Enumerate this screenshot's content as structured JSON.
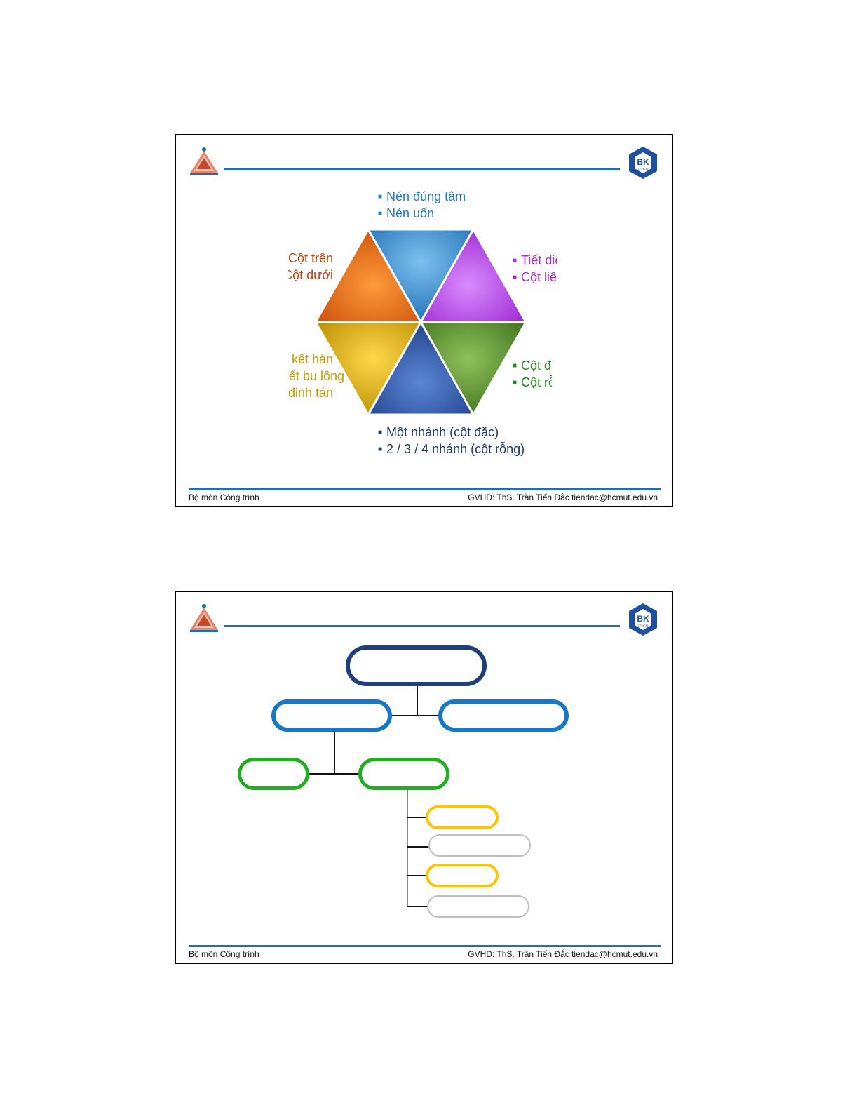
{
  "page": {
    "footer_left": "Bộ môn Công trình",
    "footer_right": "GVHD: ThS. Trần Tiến Đắc tiendac@hcmut.edu.vn",
    "logo_right_text": "BK",
    "logo_right_subtext": "TP.HCM"
  },
  "slide1": {
    "top_labels": [
      "Nén đúng tâm",
      "Nén uốn"
    ],
    "left_upper_labels": [
      "Cột trên",
      "Cột dưới"
    ],
    "right_upper_labels": [
      "Tiết diện",
      "Cột liên tục"
    ],
    "left_lower_labels": [
      "Liên kết hàn",
      "Liên kết bu lông /",
      "đinh tán"
    ],
    "right_lower_labels": [
      "Cột đặc",
      "Cột rỗng"
    ],
    "bottom_labels": [
      "Một nhánh (cột đặc)",
      "2 / 3 / 4 nhánh (cột rỗng)"
    ],
    "colors": {
      "top": "#2f83c8",
      "upper_left": "#e66b14",
      "upper_right": "#b43be8",
      "lower_left": "#e0b300",
      "lower_right": "#5a8f2e",
      "bottom": "#2c5aa8"
    }
  },
  "slide2": {
    "nodes": [
      "",
      "",
      "",
      "",
      "",
      "",
      "",
      "",
      ""
    ],
    "colors": {
      "root": "#1f3f78",
      "level1": "#1878c8",
      "level2": "#1eb01e",
      "level3a": "#ffc400",
      "level3b": "#c0c0c0"
    }
  }
}
